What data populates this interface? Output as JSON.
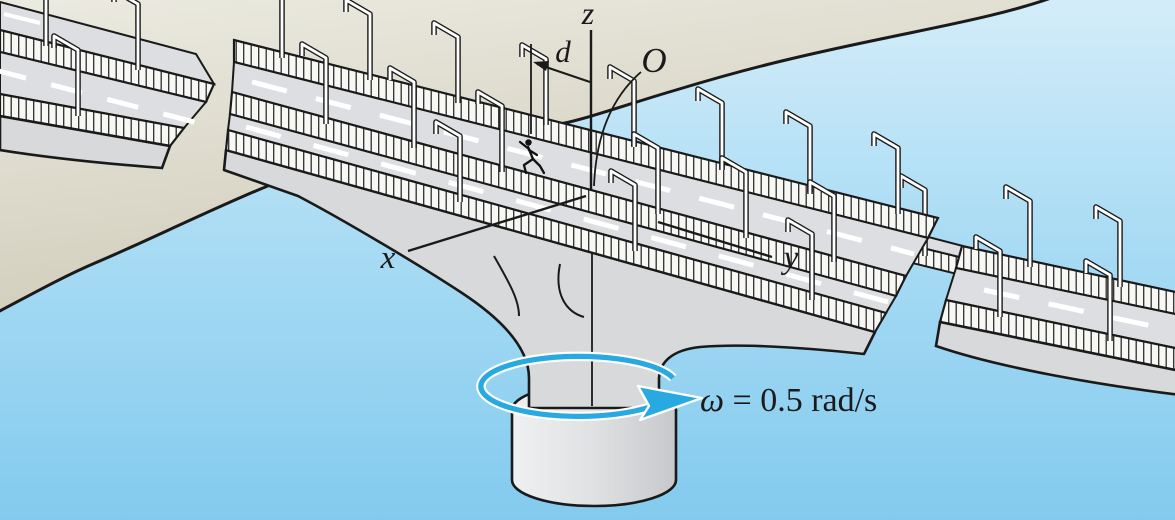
{
  "figure": {
    "labels": {
      "z_axis": "z",
      "x_axis": "x",
      "y_axis": "y",
      "origin": "O",
      "offset_distance": "d"
    },
    "angular_velocity": {
      "symbol": "ω",
      "equation": " = 0.5 rad/s",
      "full_text": "ω = 0.5 rad/s"
    },
    "colors": {
      "water_top": "#cfeaf8",
      "water_bottom": "#84cbee",
      "land_light": "#eae8dd",
      "land_dark": "#d0ccba",
      "concrete": "#d7d9db",
      "road": "#dcdee1",
      "railing_fill": "#f7f7f4",
      "rotation_arrow_blue": "#29a9e1",
      "outline": "#1a1a1a"
    }
  }
}
